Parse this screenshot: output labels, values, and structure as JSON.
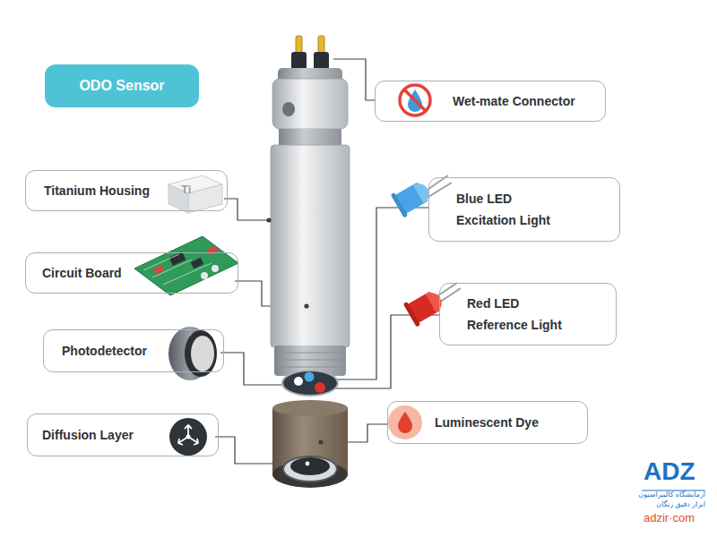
{
  "diagram": {
    "title": "ODO Sensor",
    "nodes": [
      {
        "text": [
          "Wet-mate Connector"
        ]
      },
      {
        "text": [
          "Titanium Housing"
        ]
      },
      {
        "text": [
          "Blue LED Excitation Light"
        ]
      },
      {
        "text": [
          "Circuit Board"
        ]
      },
      {
        "text": [
          "Red LED Reference Light"
        ]
      },
      {
        "text": [
          "Photodetector"
        ]
      },
      {
        "text": [
          "Luminescent Dye"
        ]
      },
      {
        "text": [
          "Diffusion Layer"
        ]
      }
    ],
    "labels": [
      "Ti",
      "ADZ",
      "آزمایشگاه کالیبراسیون",
      "ابزار دقیق زنگان",
      "adzir·com"
    ]
  }
}
